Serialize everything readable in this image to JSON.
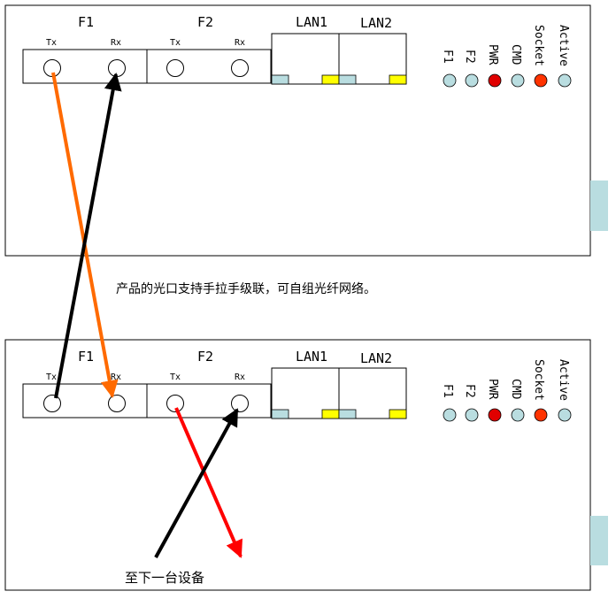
{
  "devices": [
    {
      "ports": {
        "f1": "F1",
        "f2": "F2",
        "tx": "Tx",
        "rx": "Rx",
        "lan1": "LAN1",
        "lan2": "LAN2"
      },
      "leds": [
        {
          "label": "F1",
          "color": "#b9dde0"
        },
        {
          "label": "F2",
          "color": "#b9dde0"
        },
        {
          "label": "PWR",
          "color": "#e00000"
        },
        {
          "label": "CMD",
          "color": "#b9dde0"
        },
        {
          "label": "Socket",
          "color": "#ff3300"
        },
        {
          "label": "Active",
          "color": "#b9dde0"
        }
      ]
    },
    {
      "ports": {
        "f1": "F1",
        "f2": "F2",
        "tx": "Tx",
        "rx": "Rx",
        "lan1": "LAN1",
        "lan2": "LAN2"
      },
      "leds": [
        {
          "label": "F1",
          "color": "#b9dde0"
        },
        {
          "label": "F2",
          "color": "#b9dde0"
        },
        {
          "label": "PWR",
          "color": "#e00000"
        },
        {
          "label": "CMD",
          "color": "#b9dde0"
        },
        {
          "label": "Socket",
          "color": "#ff3300"
        },
        {
          "label": "Active",
          "color": "#b9dde0"
        }
      ]
    }
  ],
  "caption": "产品的光口支持手拉手级联，可自组光纤网络。",
  "next_device_label": "至下一台设备",
  "colors": {
    "orange_fiber": "#ff6a00",
    "black_fiber": "#000000",
    "red_fiber": "#ff0000",
    "lan_led_left": "#b9dde0",
    "lan_led_right": "#ffff00",
    "side_tab": "#b9dde0"
  }
}
